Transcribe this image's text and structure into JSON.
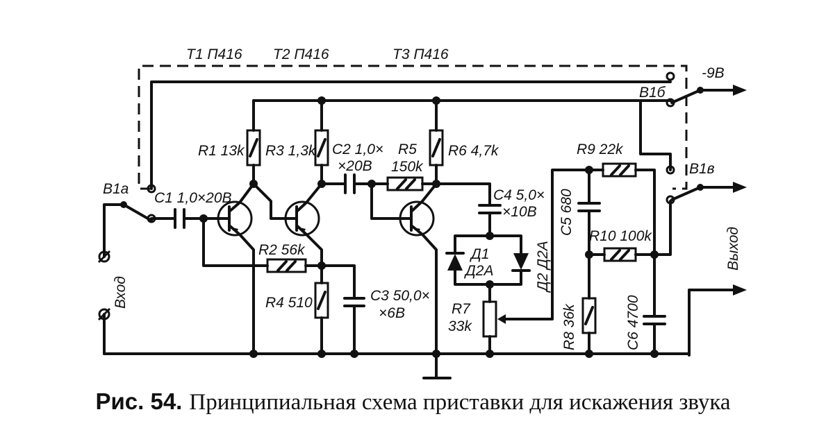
{
  "transistors": {
    "t1": "Т1 П416",
    "t2": "Т2 П416",
    "t3": "Т3 П416"
  },
  "switches": {
    "b1a": "В1а",
    "b1b": "В1б",
    "b1v": "В1в"
  },
  "supply": "-9В",
  "resistors": {
    "r1": "R1 13k",
    "r2": "R2 56k",
    "r3": "R3 1,3k",
    "r4": "R4 510",
    "r5": "R5",
    "r5_value": "150k",
    "r6": "R6 4,7k",
    "r7": "R7",
    "r7_value": "33k",
    "r8": "R8 36k",
    "r9": "R9 22k",
    "r10": "R10 100k"
  },
  "capacitors": {
    "c1": "C1 1,0×20В",
    "c2_line1": "C2 1,0×",
    "c2_line2": "×20В",
    "c3_line1": "C3 50,0×",
    "c3_line2": "×6В",
    "c4_line1": "C4 5,0×",
    "c4_line2": "×10В",
    "c5": "C5 680",
    "c6": "C6 4700"
  },
  "diodes": {
    "d1_line1": "Д1",
    "d1_line2": "Д2А",
    "d2": "Д2 Д2А"
  },
  "ports": {
    "input": "Вход",
    "output": "Выход"
  },
  "caption": {
    "number": "Рис. 54.",
    "text": "Принципиальная схема приставки для искажения звука"
  }
}
